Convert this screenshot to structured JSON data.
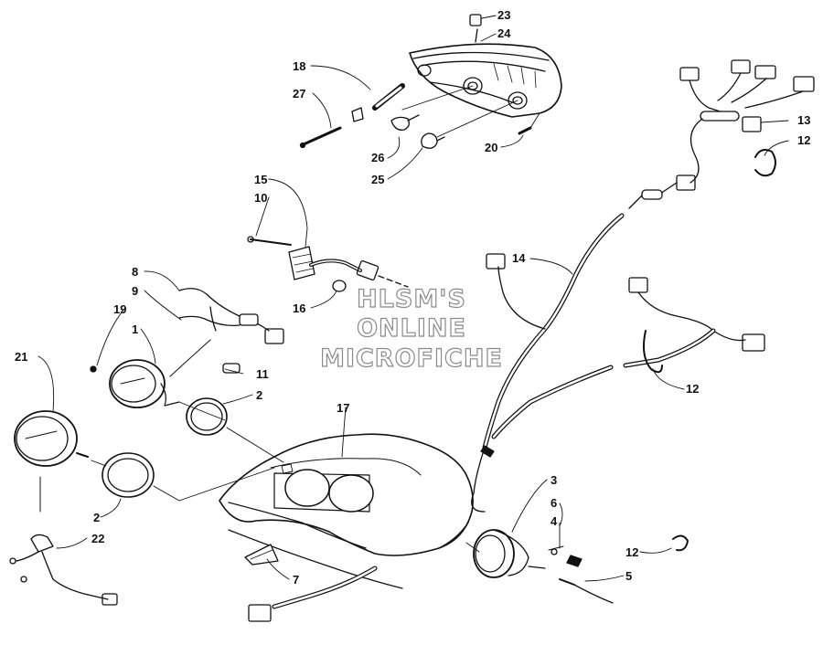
{
  "watermark": [
    "HLSM'S",
    "ONLINE",
    "MICROFICHE"
  ],
  "labels": [
    "23",
    "24",
    "18",
    "27",
    "26",
    "25",
    "20",
    "13",
    "12",
    "15",
    "10",
    "16",
    "14",
    "8",
    "9",
    "19",
    "1",
    "11",
    "21",
    "2",
    "17",
    "12",
    "3",
    "6",
    "4",
    "12",
    "5",
    "2",
    "22",
    "7"
  ]
}
